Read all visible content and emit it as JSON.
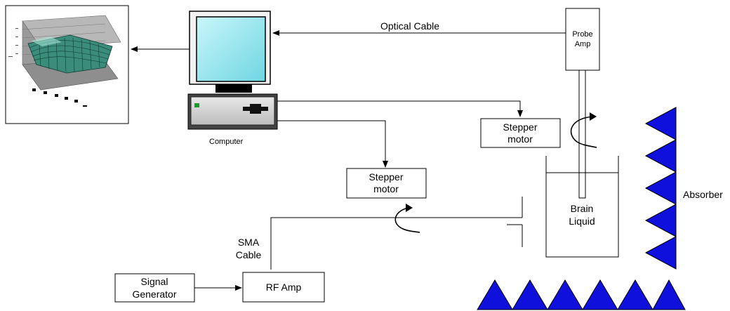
{
  "labels": {
    "optical_cable": "Optical Cable",
    "probe_amp_line1": "Probe",
    "probe_amp_line2": "Amp",
    "computer": "Computer",
    "stepper_top_line1": "Stepper",
    "stepper_top_line2": "motor",
    "stepper_mid_line1": "Stepper",
    "stepper_mid_line2": "motor",
    "sma_line1": "SMA",
    "sma_line2": "Cable",
    "signal_gen_line1": "Signal",
    "signal_gen_line2": "Generator",
    "rf_amp": "RF Amp",
    "brain_line1": "Brain",
    "brain_line2": "Liquid",
    "absorber": "Absorber"
  },
  "colors": {
    "absorber": "#1010dd",
    "screen": "#9fe9f0",
    "surface": "#2a7a6a",
    "led": "#1a9a2a"
  },
  "icons": {
    "monitor": "crt-monitor-icon",
    "computer": "desktop-computer-icon",
    "plot": "3d-surface-plot-icon"
  }
}
